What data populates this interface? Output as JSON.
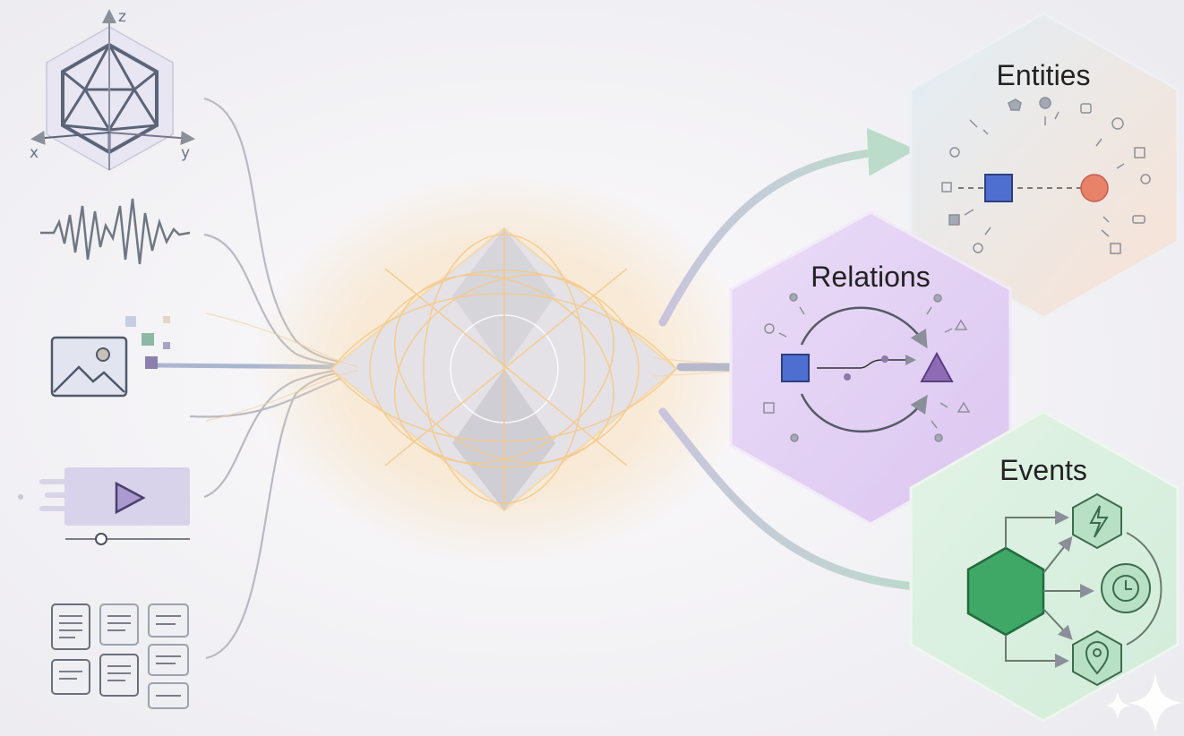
{
  "inputs": {
    "axes": {
      "z": "z",
      "x": "x",
      "y": "y"
    },
    "modalities": [
      "3d-icosahedron-icon",
      "waveform-icon",
      "image-icon",
      "video-play-icon",
      "documents-icon"
    ]
  },
  "outputs": {
    "entities": {
      "title": "Entities",
      "color": "#e6eef4"
    },
    "relations": {
      "title": "Relations",
      "color": "#e3d3f3"
    },
    "events": {
      "title": "Events",
      "color": "#d9efdf"
    }
  },
  "colors": {
    "core_glow": "#f6c98a",
    "square": "#4f6fd0",
    "circle": "#e8836a",
    "triangle": "#8e6bb4",
    "event_hex": "#3fa866"
  }
}
